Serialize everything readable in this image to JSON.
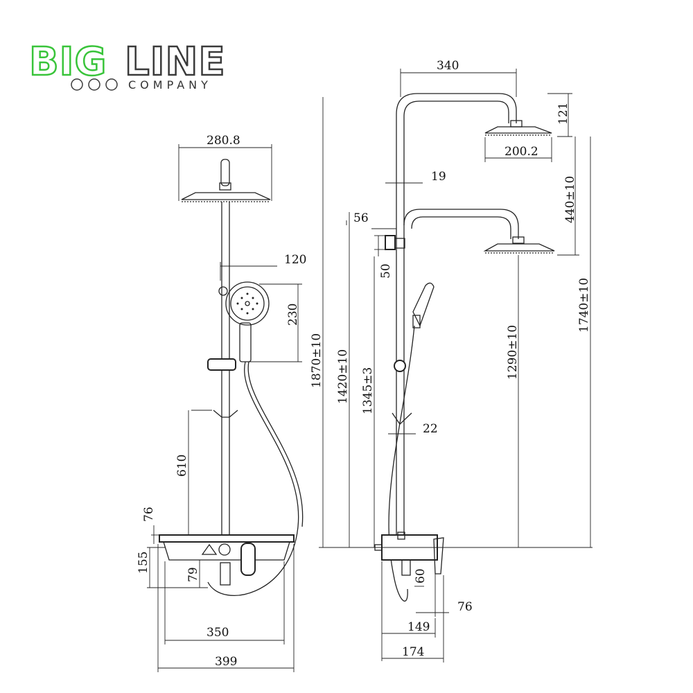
{
  "brand": {
    "name_part1": "BIG",
    "name_part2": "LINE",
    "tagline": "COMPANY",
    "colors": {
      "green": "#39c43a",
      "dark": "#3a3a3a"
    }
  },
  "front_view": {
    "dims": {
      "head_diameter": "280.8",
      "arm_offset": "120",
      "handshower_height": "230",
      "holder_height": "610",
      "shelf_height": "76",
      "body_height": "155",
      "handle_offset": "79",
      "inner_width": "350",
      "overall_width": "399"
    }
  },
  "side_view": {
    "dims": {
      "arm_reach": "340",
      "head_drop": "121",
      "head_diameter": "200.2",
      "pipe_diameter": "19",
      "wall_offset": "56",
      "bracket_height": "50",
      "height_overall": "1870±10",
      "height_upper_outlet": "1420±10",
      "height_holder": "1345±3",
      "lower_pipe_diameter": "22",
      "head_spacing": "440±10",
      "lower_head_height": "1290±10",
      "upper_head_height": "1740±10",
      "outlet_height": "60",
      "handle_depth": "76",
      "body_depth": "149",
      "overall_depth": "174"
    }
  }
}
